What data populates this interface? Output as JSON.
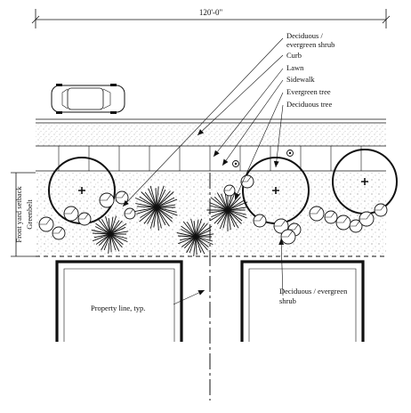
{
  "dimension": {
    "text": "120'-0\""
  },
  "labels": {
    "shrub_top": [
      "Deciduous /",
      "evergreen shrub"
    ],
    "curb": "Curb",
    "lawn": "Lawn",
    "sidewalk": "Sidewalk",
    "evergreen_tree": "Evergreen tree",
    "deciduous_tree": "Deciduous tree",
    "front_yard_setback": "Front yard setback",
    "greenbelt": "Greenbelt",
    "property_line": "Property line, typ.",
    "shrub_bottom": [
      "Deciduous / evergreen",
      "shrub"
    ]
  },
  "icons": {
    "car": "car-icon",
    "deciduous_tree": "deciduous-tree-icon",
    "evergreen_tree": "evergreen-tree-icon",
    "shrub": "shrub-icon",
    "fire_hydrant": "hydrant-icon"
  },
  "colors": {
    "ink": "#111111",
    "stipple": "#9a9a9a",
    "background": "#ffffff"
  }
}
